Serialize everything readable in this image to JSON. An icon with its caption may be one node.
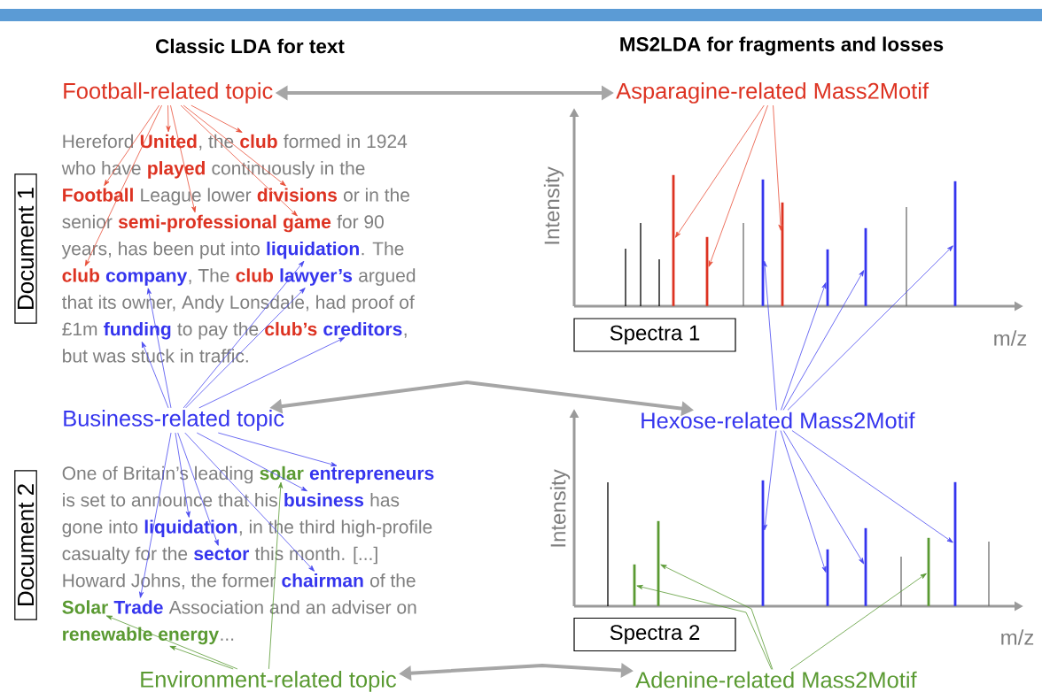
{
  "diagram": {
    "nodes": [
      {
        "text": [
          "Football-related topic"
        ]
      },
      {
        "text": [
          "Business-related topic"
        ]
      },
      {
        "text": [
          "Environment-related topic"
        ]
      },
      {
        "text": [
          "Asparagine-related Mass2Motif"
        ]
      },
      {
        "text": [
          "Hexose-related Mass2Motif"
        ]
      },
      {
        "text": [
          "Adenine-related Mass2Motif"
        ]
      },
      {
        "text": [
          "Document 1"
        ]
      },
      {
        "text": [
          "Document 2"
        ]
      },
      {
        "text": [
          "Spectra 1"
        ]
      },
      {
        "text": [
          "Spectra 2"
        ]
      },
      {
        "text": [
          "United"
        ]
      },
      {
        "text": [
          "club"
        ]
      },
      {
        "text": [
          "Football"
        ]
      },
      {
        "text": [
          "divisions"
        ]
      },
      {
        "text": [
          "semi-professional"
        ]
      },
      {
        "text": [
          "game"
        ]
      },
      {
        "text": [
          "liquidation"
        ]
      },
      {
        "text": [
          "club"
        ]
      },
      {
        "text": [
          "company"
        ]
      },
      {
        "text": [
          "lawyer’s"
        ]
      },
      {
        "text": [
          "funding"
        ]
      },
      {
        "text": [
          "creditors"
        ]
      },
      {
        "text": [
          "solar"
        ]
      },
      {
        "text": [
          "entrepreneurs"
        ]
      },
      {
        "text": [
          "business"
        ]
      },
      {
        "text": [
          "liquidation"
        ]
      },
      {
        "text": [
          "sector"
        ]
      },
      {
        "text": [
          "chairman"
        ]
      },
      {
        "text": [
          "Solar"
        ]
      },
      {
        "text": [
          "Trade"
        ]
      },
      {
        "text": [
          "renewable energy"
        ]
      },
      {
        "text": [],
        "shape": "bar"
      },
      {
        "text": [],
        "shape": "bar"
      },
      {
        "text": [],
        "shape": "bar"
      },
      {
        "text": [],
        "shape": "bar"
      },
      {
        "text": [],
        "shape": "bar"
      },
      {
        "text": [],
        "shape": "bar"
      },
      {
        "text": [],
        "shape": "bar"
      },
      {
        "text": [],
        "shape": "bar"
      },
      {
        "text": [],
        "shape": "bar"
      },
      {
        "text": [],
        "shape": "bar"
      },
      {
        "text": [],
        "shape": "bar"
      },
      {
        "text": [],
        "shape": "bar"
      },
      {
        "text": [],
        "shape": "bar"
      },
      {
        "text": [],
        "shape": "bar"
      }
    ],
    "edges": [
      {
        "from": 0,
        "to": 3,
        "arrow": "both",
        "style": "thick",
        "color": "#a6a6a6"
      },
      {
        "from": 1,
        "to": 4,
        "arrow": "both",
        "style": "thick",
        "color": "#a6a6a6"
      },
      {
        "from": 2,
        "to": 5,
        "arrow": "both",
        "style": "thick",
        "color": "#a6a6a6"
      },
      {
        "from": 0,
        "to": 17,
        "arrow": "to",
        "color": "#e8503a"
      },
      {
        "from": 0,
        "to": 12,
        "arrow": "to",
        "color": "#e8503a"
      },
      {
        "from": 0,
        "to": 10,
        "arrow": "to",
        "color": "#e8503a"
      },
      {
        "from": 0,
        "to": 14,
        "arrow": "to",
        "color": "#e8503a"
      },
      {
        "from": 0,
        "to": 15,
        "arrow": "to",
        "color": "#e8503a"
      },
      {
        "from": 0,
        "to": 13,
        "arrow": "to",
        "color": "#e8503a"
      },
      {
        "from": 0,
        "to": 11,
        "arrow": "to",
        "color": "#e8503a"
      },
      {
        "from": 1,
        "to": 18,
        "arrow": "to"
      },
      {
        "from": 1,
        "to": 16,
        "arrow": "to"
      },
      {
        "from": 1,
        "to": 19,
        "arrow": "to"
      },
      {
        "from": 1,
        "to": 21,
        "arrow": "to"
      },
      {
        "from": 1,
        "to": 20,
        "arrow": "to"
      },
      {
        "from": 1,
        "to": 23,
        "arrow": "to"
      },
      {
        "from": 1,
        "to": 24,
        "arrow": "to"
      },
      {
        "from": 1,
        "to": 25,
        "arrow": "to"
      },
      {
        "from": 1,
        "to": 26,
        "arrow": "to"
      },
      {
        "from": 1,
        "to": 27,
        "arrow": "to"
      },
      {
        "from": 1,
        "to": 29,
        "arrow": "to"
      },
      {
        "from": 2,
        "to": 28,
        "arrow": "to",
        "color": "#5b9a35"
      },
      {
        "from": 2,
        "to": 30,
        "arrow": "to",
        "color": "#5b9a35"
      },
      {
        "from": 2,
        "to": 22,
        "arrow": "to",
        "color": "#5b9a35"
      },
      {
        "from": 3,
        "to": 31,
        "arrow": "to",
        "color": "#e8503a"
      },
      {
        "from": 3,
        "to": 32,
        "arrow": "to",
        "color": "#e8503a"
      },
      {
        "from": 3,
        "to": 34,
        "arrow": "to",
        "color": "#e8503a"
      },
      {
        "from": 4,
        "to": 33,
        "arrow": "to"
      },
      {
        "from": 4,
        "to": 35,
        "arrow": "to"
      },
      {
        "from": 4,
        "to": 36,
        "arrow": "to"
      },
      {
        "from": 4,
        "to": 37,
        "arrow": "to"
      },
      {
        "from": 4,
        "to": 40,
        "arrow": "to"
      },
      {
        "from": 4,
        "to": 41,
        "arrow": "to"
      },
      {
        "from": 4,
        "to": 42,
        "arrow": "to"
      },
      {
        "from": 4,
        "to": 44,
        "arrow": "to"
      },
      {
        "from": 5,
        "to": 38,
        "arrow": "to",
        "color": "#5b9a35"
      },
      {
        "from": 5,
        "to": 39,
        "arrow": "to",
        "color": "#5b9a35"
      },
      {
        "from": 5,
        "to": 43,
        "arrow": "to",
        "color": "#5b9a35"
      }
    ],
    "labels": [
      "Classic LDA for text",
      "MS2LDA for fragments and losses",
      "Hereford",
      ", the",
      "formed in 1924",
      "who have",
      "played",
      "continuously in the",
      "League lower",
      "or in the",
      "senior",
      "for 90",
      "years, has been put into",
      ". The",
      ", The",
      "club",
      "argued",
      "that its owner, Andy Lonsdale, had proof of",
      "£1m",
      "to pay the",
      "club’s",
      ",",
      "but was stuck in traffic.",
      "Intensity",
      "m/z",
      "One of Britain’s leading",
      "is set to announce that his",
      "has",
      "gone into",
      ", in the third high-profile",
      "casualty for the",
      "this month. [...]",
      "Howard Johns, the former",
      "of the",
      "Association and an adviser on",
      "...",
      "Intensity",
      "m/z"
    ]
  }
}
